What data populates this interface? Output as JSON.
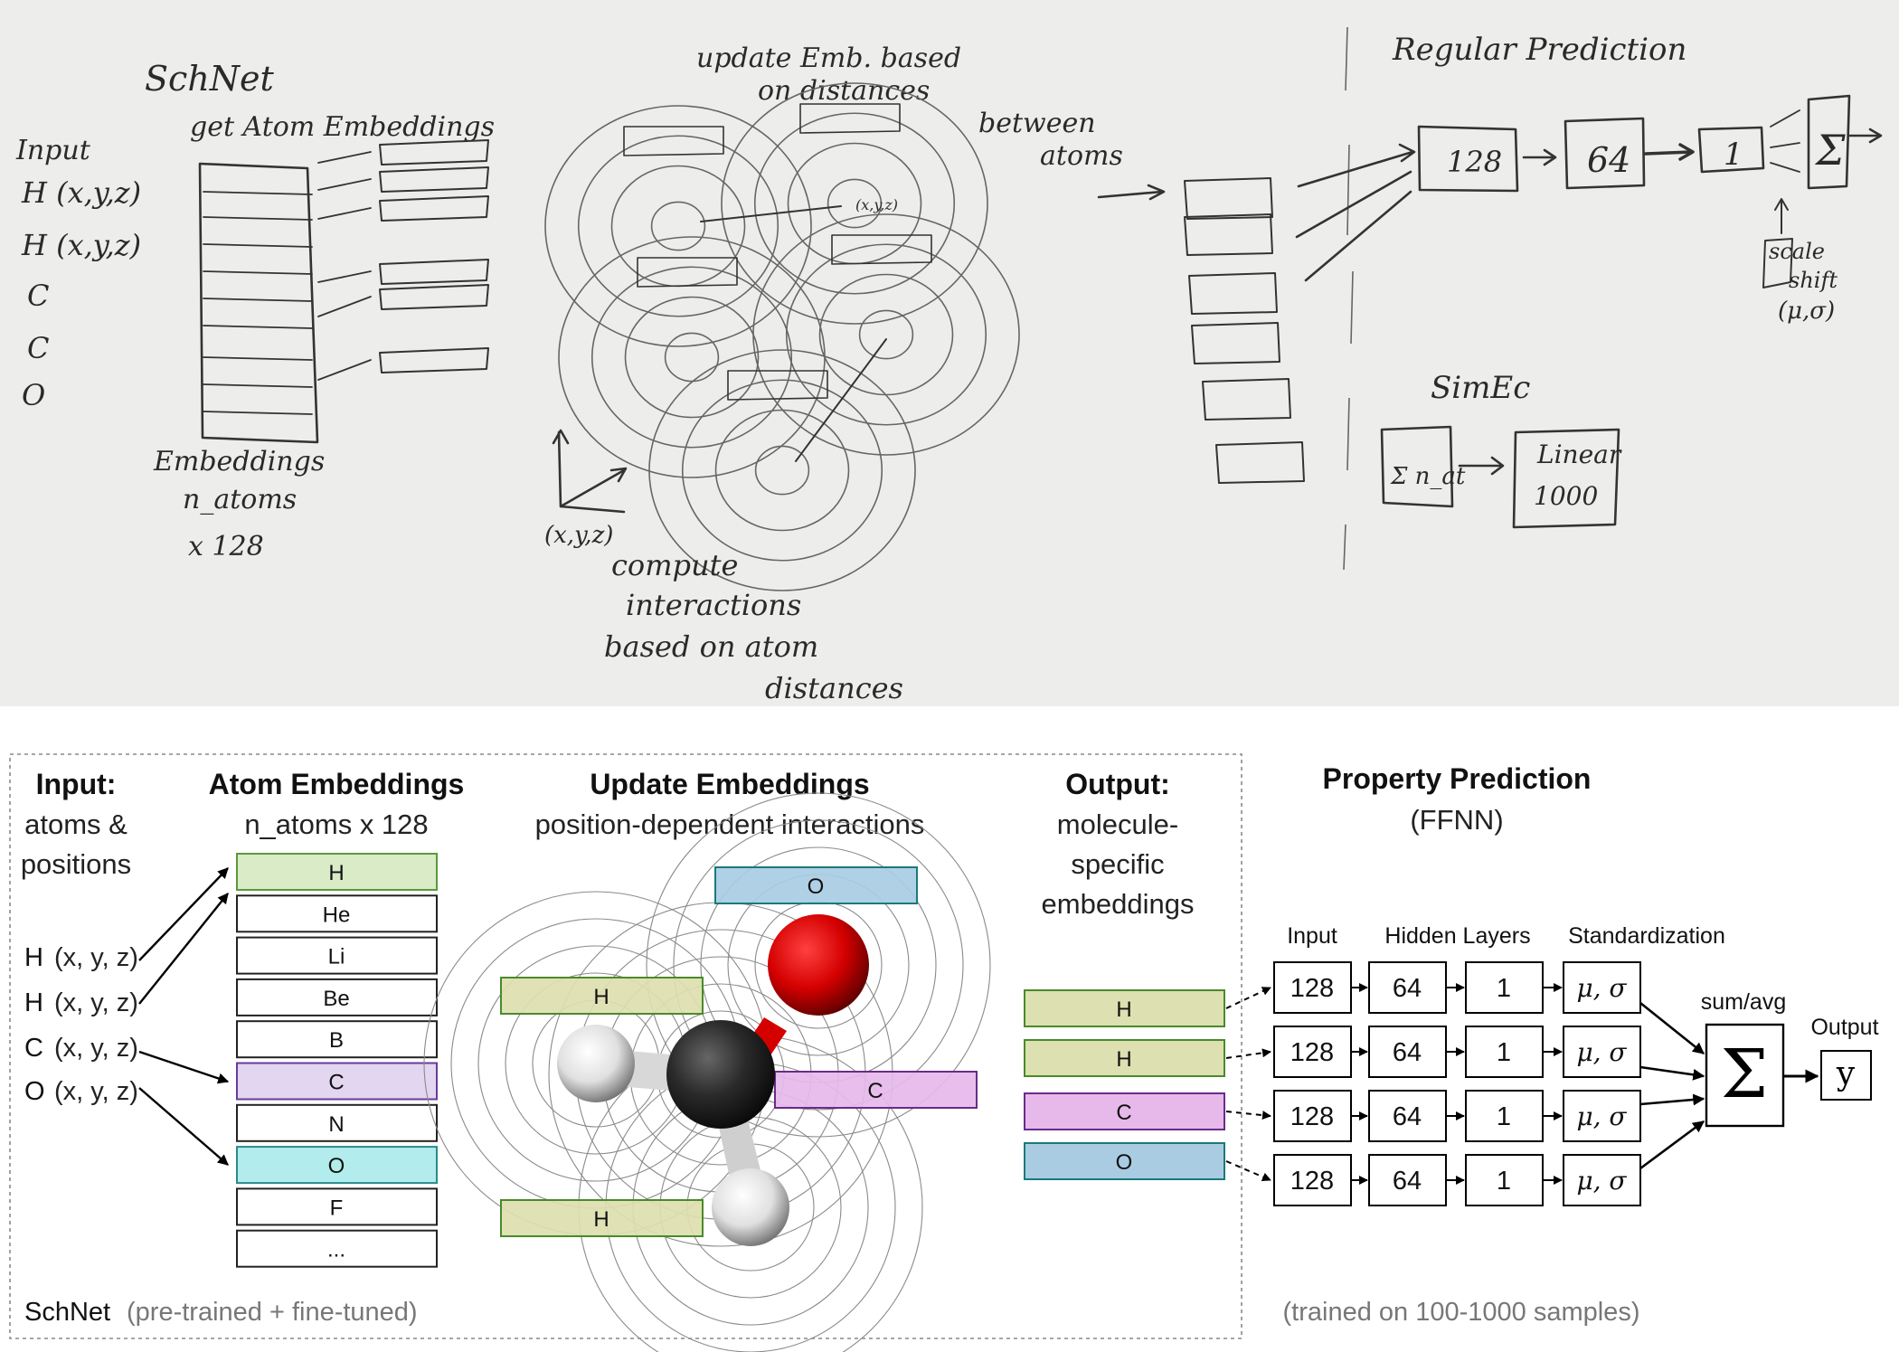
{
  "sketch": {
    "schnet": "SchNet",
    "get_atom_embeddings": "get Atom Embeddings",
    "input": "Input",
    "inputs": [
      "H (x,y,z)",
      "H (x,y,z)",
      "C",
      "C",
      "O"
    ],
    "embeddings": [
      "Embeddings",
      "n_atoms",
      "x 128"
    ],
    "update": [
      "update Emb. based",
      "on distances",
      "between",
      "atoms"
    ],
    "axes": "(x,y,z)",
    "atom_coord": "(x,y,z)",
    "compute": [
      "compute",
      "interactions",
      "based on atom",
      "distances"
    ],
    "regular_prediction": "Regular Prediction",
    "layers": [
      "128",
      "64",
      "1"
    ],
    "sum": "Σ",
    "scale_shift": [
      "scale",
      "shift",
      "(μ,σ)"
    ],
    "simec": "SimEc",
    "simec_sum": "Σ n_at",
    "linear": [
      "Linear",
      "1000"
    ]
  },
  "schnet": {
    "input_title": "Input:",
    "input_sub": [
      "atoms &",
      "positions"
    ],
    "input_atoms": [
      {
        "el": "H",
        "pos": "(x, y, z)"
      },
      {
        "el": "H",
        "pos": "(x, y, z)"
      },
      {
        "el": "C",
        "pos": "(x, y, z)"
      },
      {
        "el": "O",
        "pos": "(x, y, z)"
      }
    ],
    "emb_title": "Atom Embeddings",
    "emb_sub": "n_atoms x 128",
    "emb_rows": [
      {
        "label": "H",
        "fill": "#d9ebc7",
        "stroke": "#5a9a3a"
      },
      {
        "label": "He",
        "fill": "#ffffff",
        "stroke": "#222222"
      },
      {
        "label": "Li",
        "fill": "#ffffff",
        "stroke": "#222222"
      },
      {
        "label": "Be",
        "fill": "#ffffff",
        "stroke": "#222222"
      },
      {
        "label": "B",
        "fill": "#ffffff",
        "stroke": "#222222"
      },
      {
        "label": "C",
        "fill": "#e2d6f0",
        "stroke": "#6a3a9a"
      },
      {
        "label": "N",
        "fill": "#ffffff",
        "stroke": "#222222"
      },
      {
        "label": "O",
        "fill": "#b2ecec",
        "stroke": "#2a8a8a"
      },
      {
        "label": "F",
        "fill": "#ffffff",
        "stroke": "#222222"
      },
      {
        "label": "...",
        "fill": "#ffffff",
        "stroke": "#222222"
      }
    ],
    "update_title": "Update Embeddings",
    "update_sub": "position-dependent interactions",
    "mol_labels": {
      "O": "O",
      "H1": "H",
      "C": "C",
      "H2": "H"
    },
    "output_title": "Output:",
    "output_sub": [
      "molecule-",
      "specific",
      "embeddings"
    ],
    "output_rows": [
      {
        "label": "H",
        "fill": "#dde0b0",
        "stroke": "#4a8a2a"
      },
      {
        "label": "H",
        "fill": "#dde0b0",
        "stroke": "#4a8a2a"
      },
      {
        "label": "C",
        "fill": "#e6b9ea",
        "stroke": "#6a2a8a"
      },
      {
        "label": "O",
        "fill": "#a9cce3",
        "stroke": "#1a7a7a"
      }
    ],
    "footer_name": "SchNet",
    "footer_note": "(pre-trained + fine-tuned)"
  },
  "ffnn": {
    "title": "Property Prediction",
    "sub": "(FFNN)",
    "col_labels": [
      "Input",
      "Hidden Layers",
      "Standardization"
    ],
    "row_cells": [
      "128",
      "64",
      "1",
      "μ, σ"
    ],
    "rows": 4,
    "sum_label": "sum/avg",
    "sum_symbol": "Σ",
    "output_label": "Output",
    "output_symbol": "y",
    "footer": "(trained on 100-1000 samples)"
  },
  "colors": {
    "photo_bg": "#ededeb",
    "oxygen": "#d40000",
    "carbon": "#2a2a2a",
    "hydrogen": "#e8e8e8"
  }
}
